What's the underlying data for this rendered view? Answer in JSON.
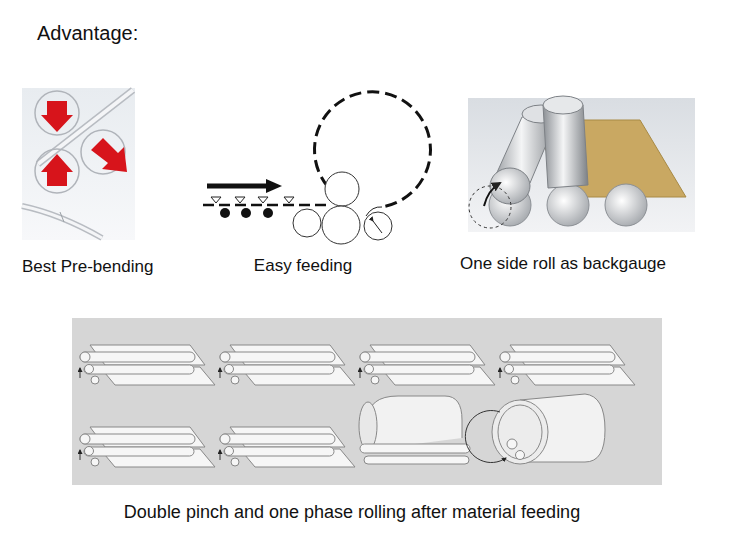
{
  "diagram": {
    "title": "Advantage:",
    "labels": [
      "Best Pre-bending",
      "Easy feeding",
      "One side roll as backgauge",
      "Double pinch and one phase rolling after material feeding"
    ]
  }
}
